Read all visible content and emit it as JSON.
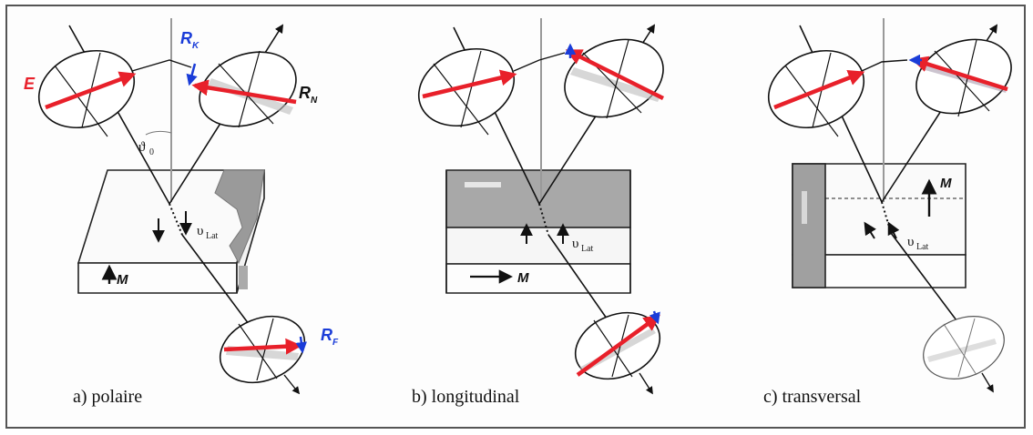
{
  "panels": [
    {
      "caption": "a) polaire",
      "theta": "ϑ₀",
      "velocity": "υLat",
      "m_label": "M"
    },
    {
      "caption": "b) longitudinal",
      "velocity": "υLat",
      "m_label": "M"
    },
    {
      "caption": "c) transversal",
      "velocity": "υLat",
      "m_label": "M"
    }
  ],
  "labels": {
    "E": "E",
    "RK": "R",
    "RK_sub": "K",
    "RN": "R",
    "RN_sub": "N",
    "RF": "R",
    "RF_sub": "F",
    "theta": "ϑ",
    "theta_sub": "0",
    "v": "υ",
    "v_sub": "Lat"
  },
  "colors": {
    "field_arrow": "#e8202a",
    "kerr_arrow": "#1a3cd8",
    "label_red": "#e8202a",
    "label_blue": "#1a3cd8",
    "domain_gray": "#9a9a9a"
  }
}
